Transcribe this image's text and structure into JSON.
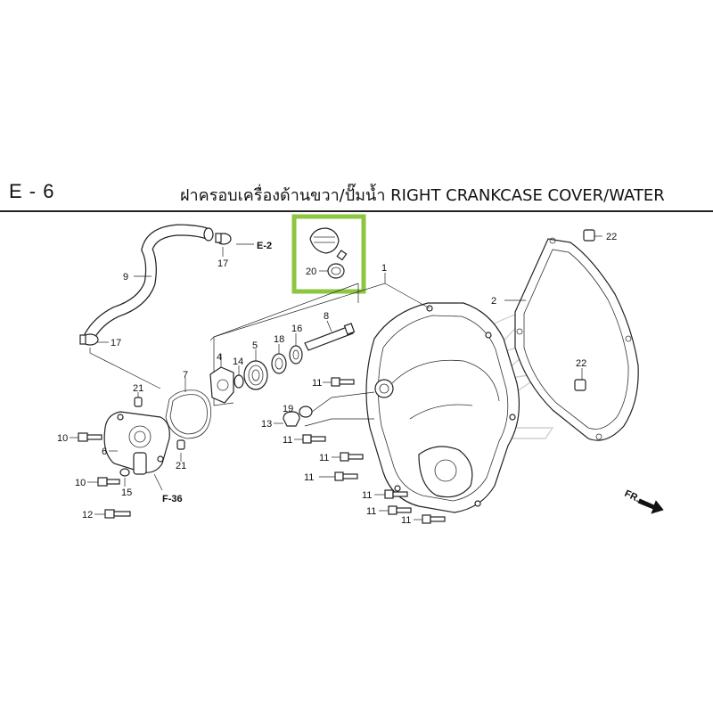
{
  "header": {
    "section_code": "E - 6",
    "title": "ฝาครอบเครื่องด้านขวา/ปั๊มน้ำ  RIGHT CRANKCASE COVER/WATER"
  },
  "highlight_color": "#8dc63f",
  "refs": {
    "e2": "E-2",
    "f36": "F-36",
    "fr": "FR."
  },
  "callouts": {
    "c1": "1",
    "c2": "2",
    "c4": "4",
    "c5": "5",
    "c6": "6",
    "c7": "7",
    "c8": "8",
    "c9": "9",
    "c10a": "10",
    "c10b": "10",
    "c11a": "11",
    "c11b": "11",
    "c11c": "11",
    "c11d": "11",
    "c11e": "11",
    "c11f": "11",
    "c11g": "11",
    "c12": "12",
    "c13": "13",
    "c14": "14",
    "c15": "15",
    "c16": "16",
    "c17a": "17",
    "c17b": "17",
    "c18": "18",
    "c19": "19",
    "c20": "20",
    "c21a": "21",
    "c21b": "21",
    "c22a": "22",
    "c22b": "22"
  }
}
